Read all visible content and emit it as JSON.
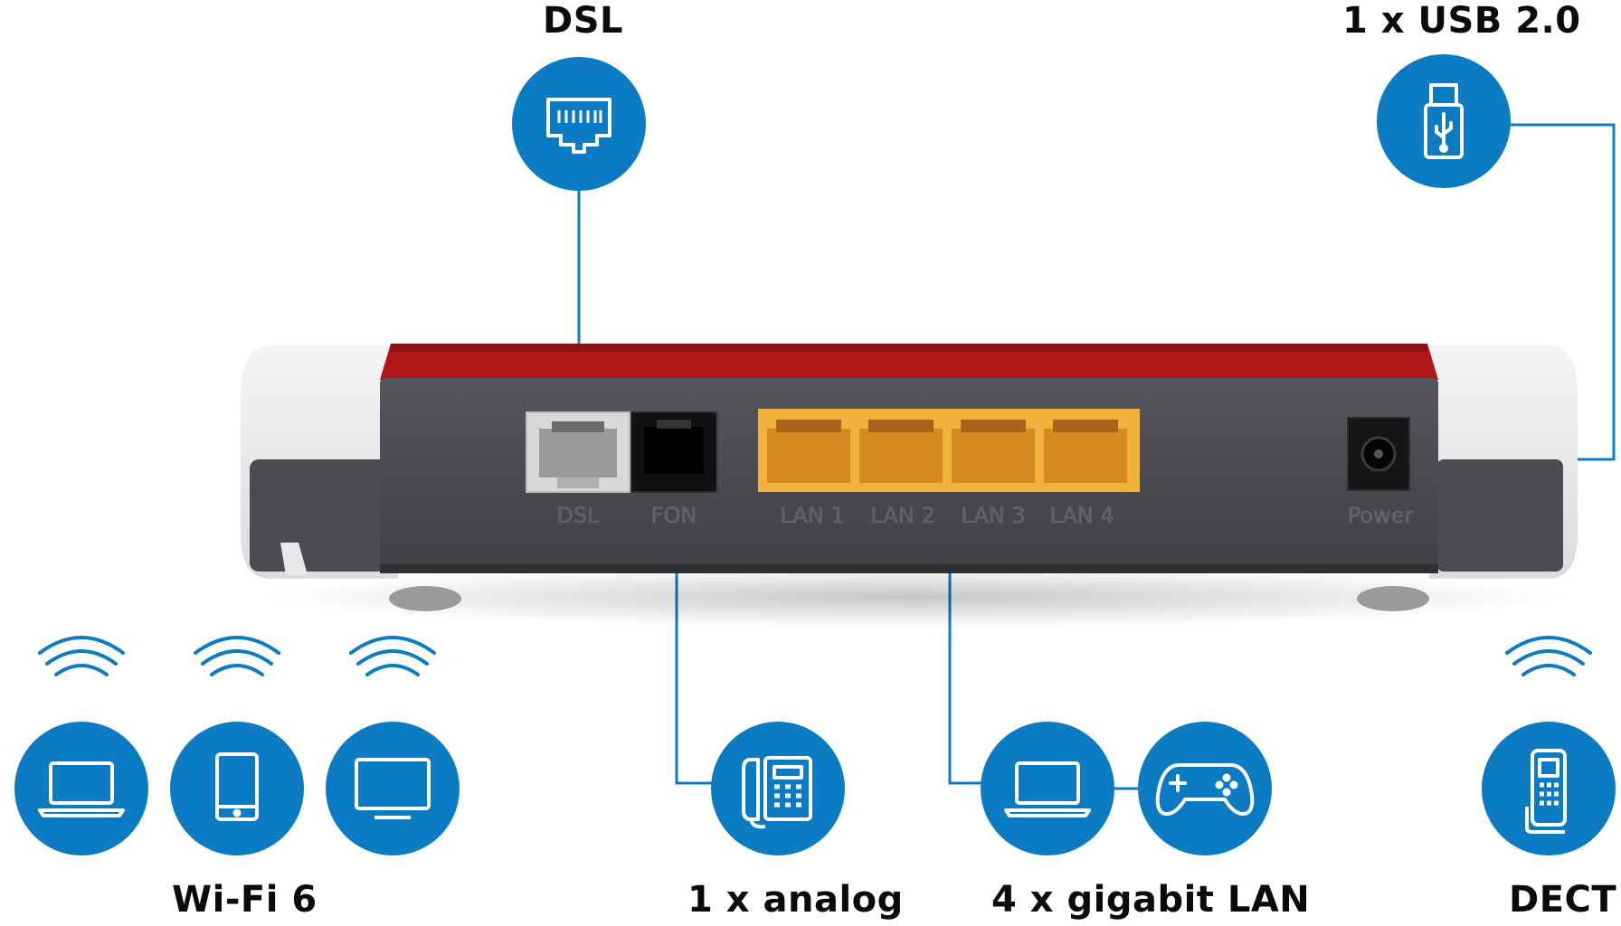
{
  "colors": {
    "accent": "#0b7cc4",
    "router_red": "#b01518",
    "router_body": "#4a4b50",
    "lan_yellow": "#f0b23a",
    "dsl_port": "#d8d8d8"
  },
  "labels": {
    "dsl": "DSL",
    "usb": "1 x USB 2.0",
    "wifi": "Wi-Fi 6",
    "analog": "1 x analog",
    "lan": "4 x gigabit LAN",
    "dect": "DECT"
  },
  "ports": {
    "dsl": "DSL",
    "fon": "FON",
    "lan1": "LAN 1",
    "lan2": "LAN 2",
    "lan3": "LAN 3",
    "lan4": "LAN 4",
    "power": "Power"
  },
  "icons": {
    "dsl": "ethernet-port-icon",
    "usb": "usb-stick-icon",
    "wifi_1": "laptop-icon",
    "wifi_2": "tablet-icon",
    "wifi_3": "monitor-icon",
    "analog": "desk-phone-icon",
    "lan_1": "laptop-icon",
    "lan_2": "gamepad-icon",
    "dect": "cordless-phone-icon",
    "wireless": "wifi-waves-icon"
  }
}
